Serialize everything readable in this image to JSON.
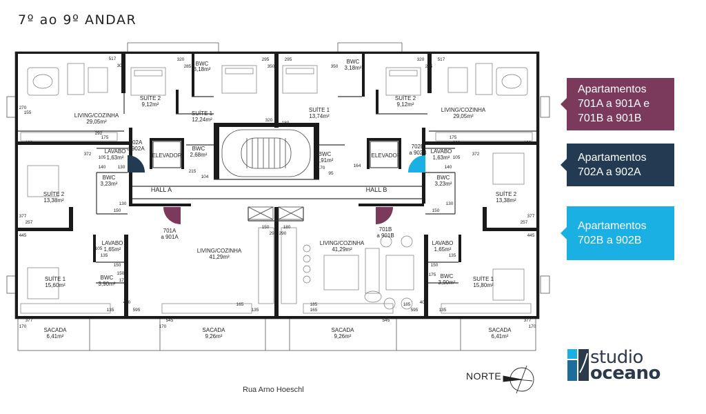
{
  "floor_title": "7º ao 9º ANDAR",
  "legend": [
    {
      "text": "Apartamentos 701A a 901A e 701B a 901B",
      "color": "#7b3a5c"
    },
    {
      "text": "Apartamentos 702A a 902A",
      "color": "#223a52"
    },
    {
      "text": "Apartamentos 702B a 902B",
      "color": "#1ab0e4"
    }
  ],
  "rooms": {
    "suite2_tl": {
      "name": "SUÍTE 2",
      "area": "9,12m²"
    },
    "bwc_tl": {
      "name": "BWC",
      "area": "3,18m²"
    },
    "suite1_tl": {
      "name": "SUÍTE 1",
      "area": "12,24m²"
    },
    "living_tl": {
      "name": "LIVING/COZINHA",
      "area": "29,05m²"
    },
    "suite1_tr": {
      "name": "SUÍTE 1",
      "area": "13,74m²"
    },
    "bwc_tr": {
      "name": "BWC",
      "area": "3,18m²"
    },
    "suite2_tr": {
      "name": "SUÍTE 2",
      "area": "9,12m²"
    },
    "living_tr": {
      "name": "LIVING/COZINHA",
      "area": "29,05m²"
    },
    "lavabo_la": {
      "name": "LAVABO",
      "area": "1,63m²"
    },
    "elevador_a": {
      "name": "ELEVADOR"
    },
    "bwc_c": {
      "name": "BWC",
      "area": "2,68m²"
    },
    "bwc_d": {
      "name": "BWC",
      "area": "3,91m²"
    },
    "elevador_b": {
      "name": "ELEVADOR"
    },
    "lavabo_lb": {
      "name": "LAVABO",
      "area": "1,63m²"
    },
    "suite2_ml": {
      "name": "SUÍTE 2",
      "area": "13,38m²"
    },
    "bwc_ml": {
      "name": "BWC",
      "area": "3,23m²"
    },
    "hall_a": {
      "name": "HALL A"
    },
    "hall_b": {
      "name": "HALL B"
    },
    "bwc_mr": {
      "name": "BWC",
      "area": "3,23m²"
    },
    "suite2_mr": {
      "name": "SUÍTE 2",
      "area": "13,38m²"
    },
    "lavabo_bl": {
      "name": "LAVABO",
      "area": "1,65m²"
    },
    "suite1_bl": {
      "name": "SUÍTE 1",
      "area": "15,60m²"
    },
    "bwc_bl": {
      "name": "BWC",
      "area": "3,90m²"
    },
    "living_bc1": {
      "name": "LIVING/COZINHA",
      "area": "41,29m²"
    },
    "living_bc2": {
      "name": "LIVING/COZINHA",
      "area": "41,29m²"
    },
    "lavabo_br": {
      "name": "LAVABO",
      "area": "1,65m²"
    },
    "bwc_br": {
      "name": "BWC",
      "area": "3,90m²"
    },
    "suite1_br": {
      "name": "SUÍTE 1",
      "area": "15,80m²"
    },
    "sacada_1": {
      "name": "SACADA",
      "area": "6,41m²"
    },
    "sacada_2": {
      "name": "SACADA",
      "area": "9,26m²"
    },
    "sacada_3": {
      "name": "SACADA",
      "area": "9,26m²"
    },
    "sacada_4": {
      "name": "SACADA",
      "area": "6,41m²"
    }
  },
  "door_labels": {
    "d702a": {
      "l1": "702A",
      "l2": "a 902A"
    },
    "d702b": {
      "l1": "702B",
      "l2": "a 902B"
    },
    "d701a": {
      "l1": "701A",
      "l2": "a 901A"
    },
    "d701b": {
      "l1": "701B",
      "l2": "a 901B"
    }
  },
  "dims": [
    "517",
    "300",
    "320",
    "285",
    "295",
    "350",
    "320",
    "180",
    "295",
    "350",
    "285",
    "320",
    "517",
    "270",
    "155",
    "130",
    "292",
    "175",
    "372",
    "105",
    "140",
    "130",
    "215",
    "104",
    "170",
    "95",
    "164",
    "105",
    "140",
    "292",
    "130",
    "175",
    "372",
    "377",
    "257",
    "445",
    "150",
    "130",
    "150",
    "290",
    "180",
    "150",
    "290",
    "135",
    "400",
    "165",
    "185",
    "595",
    "135",
    "150",
    "135",
    "105",
    "175",
    "130",
    "150",
    "257",
    "377",
    "445",
    "135",
    "150",
    "175",
    "135",
    "400",
    "595",
    "185",
    "165",
    "377",
    "170",
    "545",
    "170",
    "545",
    "377",
    "170"
  ],
  "street": "Rua Arno Hoeschl",
  "north": "NORTE",
  "logo": {
    "line1": "studio",
    "line2": "oceano"
  },
  "colors": {
    "purple": "#7b3a5c",
    "navy": "#223a52",
    "cyan": "#1ab0e4",
    "wall": "#1a1a1a"
  }
}
